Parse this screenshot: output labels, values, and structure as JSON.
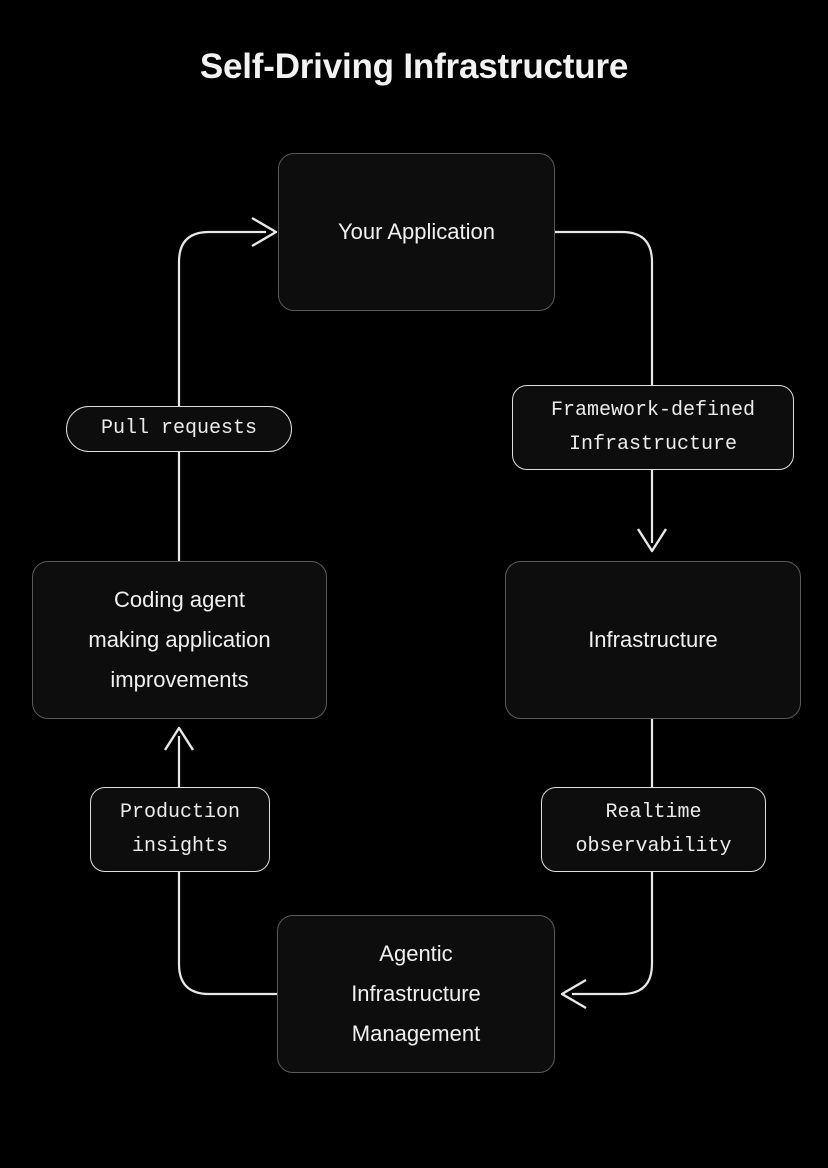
{
  "title": "Self-Driving Infrastructure",
  "theme": {
    "background": "#000000",
    "node_fill": "#0d0d0d",
    "node_border": "#5a5a5a",
    "label_border": "#dedede",
    "edge_stroke": "#e8e8e8",
    "text": "#f0f0f0"
  },
  "nodes": [
    {
      "id": "your-application",
      "label": "Your Application"
    },
    {
      "id": "framework-infrastructure",
      "label": "Infrastructure"
    },
    {
      "id": "coding-agent",
      "label": "Coding agent\nmaking application\nimprovements"
    },
    {
      "id": "agentic-management",
      "label": "Agentic\nInfrastructure\nManagement"
    }
  ],
  "edge_labels": [
    {
      "id": "pull-requests",
      "label": "Pull requests"
    },
    {
      "id": "framework-defined",
      "label": "Framework-defined\nInfrastructure"
    },
    {
      "id": "production-insights",
      "label": "Production\ninsights"
    },
    {
      "id": "realtime-observability",
      "label": "Realtime\nobservability"
    }
  ],
  "chart_data": {
    "type": "diagram",
    "title": "Self-Driving Infrastructure",
    "layout": "cycle",
    "nodes": [
      "Your Application",
      "Infrastructure",
      "Agentic Infrastructure Management",
      "Coding agent making application improvements"
    ],
    "edges": [
      {
        "from": "Your Application",
        "to": "Infrastructure",
        "label": "Framework-defined Infrastructure",
        "arrow": true
      },
      {
        "from": "Infrastructure",
        "to": "Agentic Infrastructure Management",
        "label": "Realtime observability",
        "arrow": true
      },
      {
        "from": "Agentic Infrastructure Management",
        "to": "Coding agent making application improvements",
        "label": "Production insights",
        "arrow": true
      },
      {
        "from": "Coding agent making application improvements",
        "to": "Your Application",
        "label": "Pull requests",
        "arrow": true
      }
    ]
  }
}
